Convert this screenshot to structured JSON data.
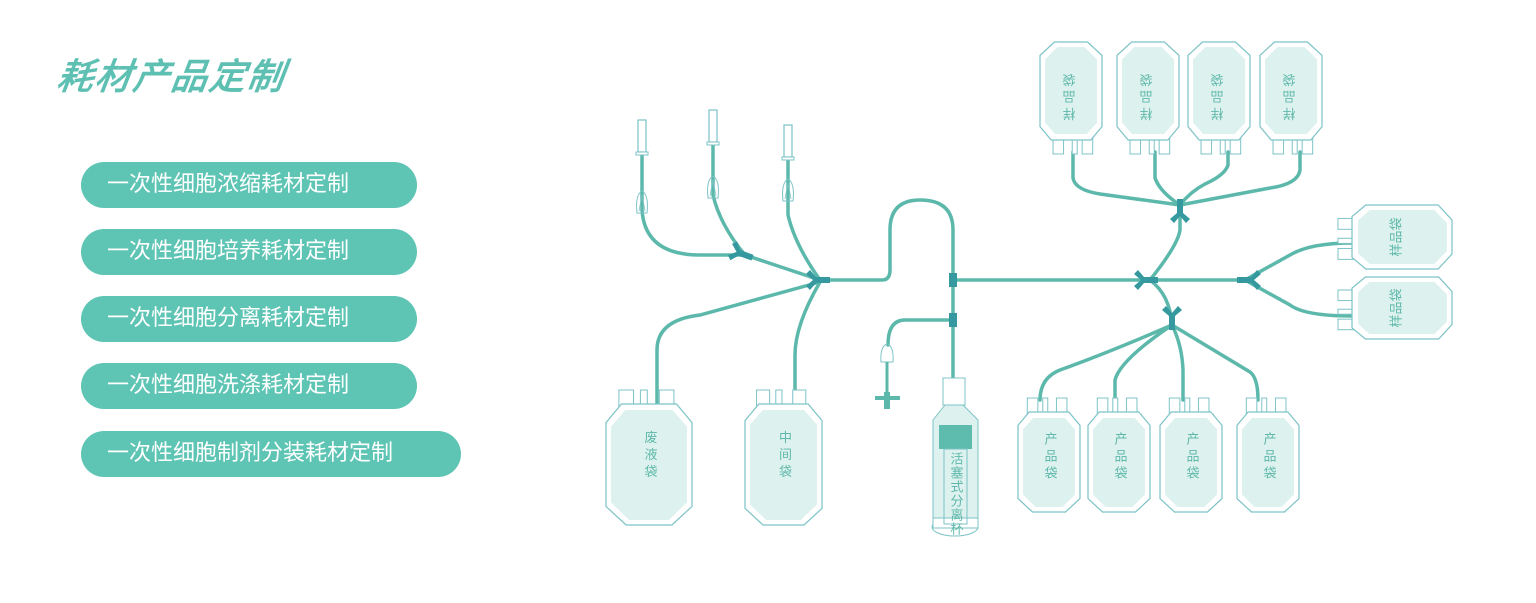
{
  "title": "耗材产品定制",
  "menu": [
    {
      "label": "一次性细胞浓缩耗材定制"
    },
    {
      "label": "一次性细胞培养耗材定制"
    },
    {
      "label": "一次性细胞分离耗材定制"
    },
    {
      "label": "一次性细胞洗涤耗材定制"
    },
    {
      "label": "一次性细胞制剂分装耗材定制"
    }
  ],
  "diagram": {
    "waste_bag": "废液袋",
    "intermediate_bag": "中间袋",
    "separation_cup": "活塞式分离杯",
    "sample_bags": [
      "样品袋",
      "样品袋",
      "样品袋",
      "样品袋"
    ],
    "side_bags": [
      "样品袋",
      "样品袋"
    ],
    "product_bags": [
      "产品袋",
      "产品袋",
      "产品袋",
      "产品袋"
    ]
  },
  "colors": {
    "accent": "#5ec4b4",
    "tube": "#5bb8ab",
    "connector": "#35999f",
    "bag_fill": "#ddf2ee",
    "bag_stroke": "#7cc3c7"
  }
}
